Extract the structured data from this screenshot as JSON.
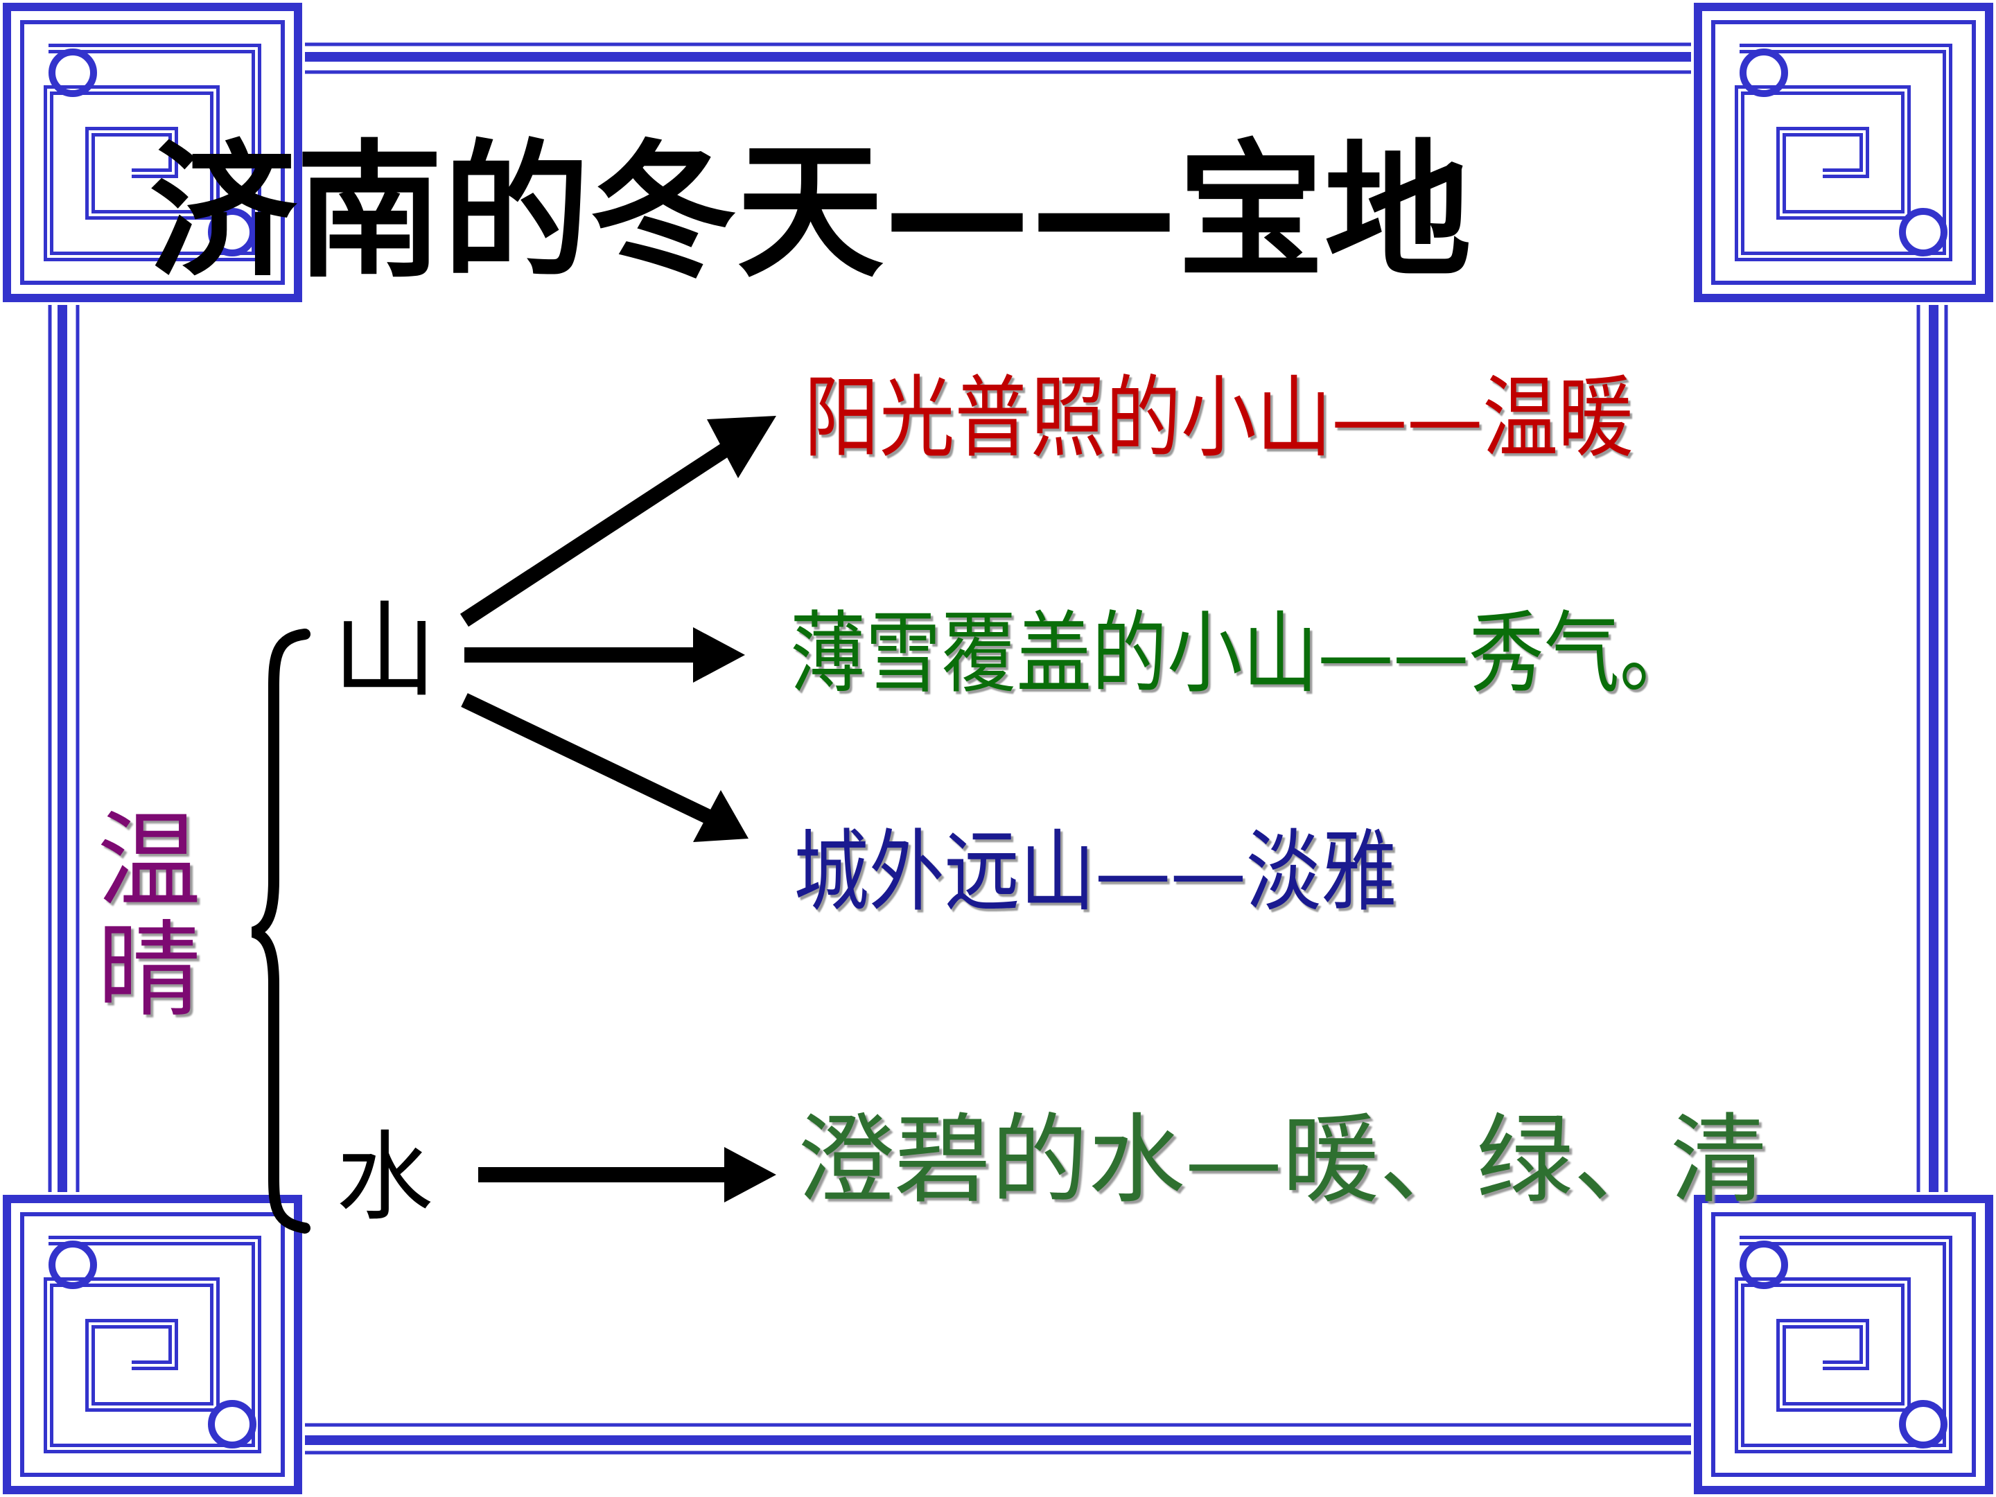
{
  "slide": {
    "title": "济南的冬天——宝地",
    "side_label": "温晴",
    "nodes": {
      "mountain": "山",
      "water": "水"
    },
    "branches": [
      {
        "text": "阳光普照的小山——温暖",
        "color": "#c00000"
      },
      {
        "text": "薄雪覆盖的小山——秀气。",
        "color": "#0a6e0a"
      },
      {
        "text": "城外远山——淡雅",
        "color": "#1a1a90"
      },
      {
        "text": "澄碧的水—暖、绿、清",
        "color": "#2e7030"
      }
    ],
    "frame_color": "#3333cc",
    "icons": [
      "corner-fret-ornament",
      "curly-brace",
      "arrow"
    ]
  }
}
